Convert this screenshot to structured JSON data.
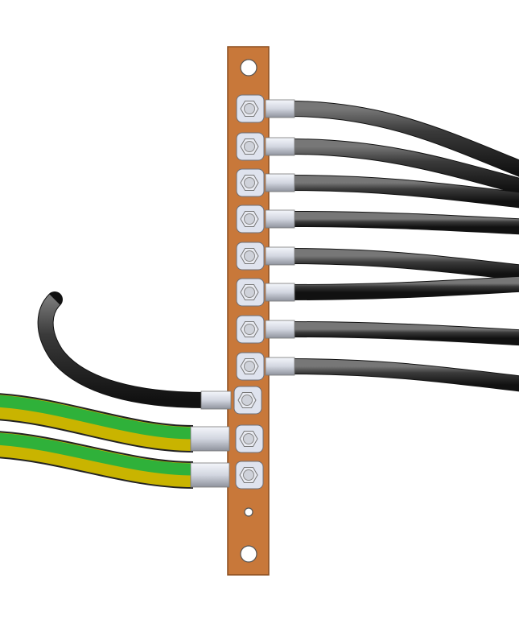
{
  "colors": {
    "busbar": "#c8783a",
    "busbar_edge": "#8a4d1f",
    "lug": "#dfe3ee",
    "lug_edge": "#6b6f7a",
    "black_cable": "#3a3a3a",
    "ground_green": "#2fb13a",
    "ground_yellow": "#c9b400"
  },
  "busbar": {
    "mounting_holes": 3
  },
  "right_terminals": 8,
  "left_terminals": {
    "black": 1,
    "ground": 2
  }
}
